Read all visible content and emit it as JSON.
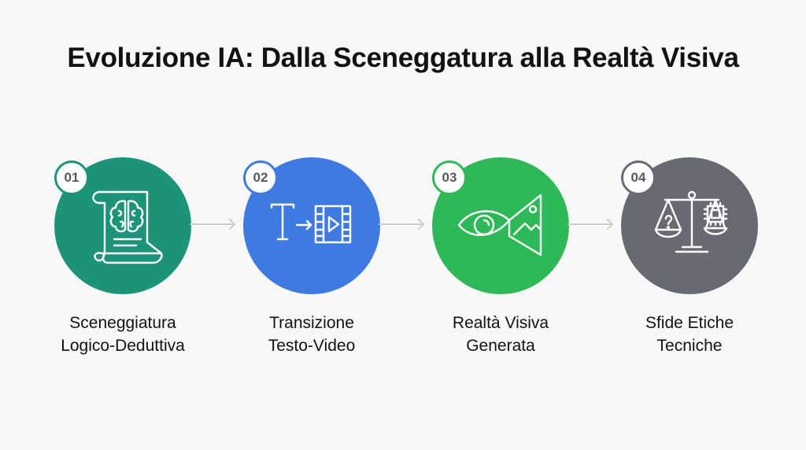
{
  "title": "Evoluzione IA: Dalla Sceneggatura alla Realtà Visiva",
  "steps": [
    {
      "number": "01",
      "label_line1": "Sceneggiatura",
      "label_line2": "Logico-Deduttiva",
      "color": "#1c9479",
      "icon": "scroll-brain-icon"
    },
    {
      "number": "02",
      "label_line1": "Transizione",
      "label_line2": "Testo-Video",
      "color": "#3f7ae2",
      "icon": "text-to-video-icon"
    },
    {
      "number": "03",
      "label_line1": "Realtà Visiva",
      "label_line2": "Generata",
      "color": "#2fb857",
      "icon": "eye-image-icon"
    },
    {
      "number": "04",
      "label_line1": "Sfide Etiche",
      "label_line2": "Tecniche",
      "color": "#666b73",
      "icon": "scale-chip-icon"
    }
  ]
}
